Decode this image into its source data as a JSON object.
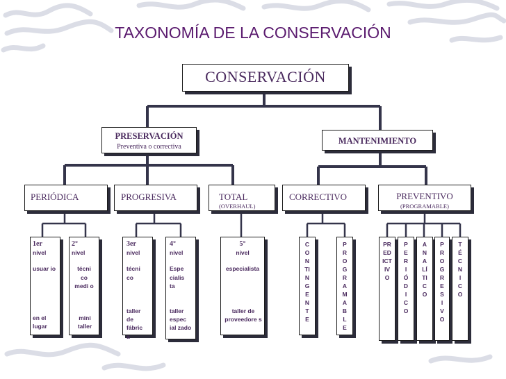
{
  "slide": {
    "title": "TAXONOMÍA DE LA CONSERVACIÓN"
  },
  "colors": {
    "title": "#5a1a6e",
    "text": "#4a2a5e",
    "line": "#34344a"
  },
  "tree": {
    "root": "CONSERVACIÓN",
    "preservacion": {
      "label": "PRESERVACIÓN",
      "sub": "Preventiva o correctiva"
    },
    "mantenimiento": {
      "label": "MANTENIMIENTO"
    },
    "periodica": "PERIÓDICA",
    "progresiva": "PROGRESIVA",
    "total": {
      "label": "TOTAL",
      "sub": "(OVERHAUL)"
    },
    "correctivo": "CORRECTIVO",
    "preventivo": {
      "label": "PREVENTIVO",
      "sub": "(PROGRAMABLE)"
    },
    "leaves": {
      "l1": {
        "level": "1er",
        "nivel": "nivel",
        "who": "usuar io",
        "where": "en el lugar"
      },
      "l2": {
        "level": "2°",
        "nivel": "nivel",
        "who": "técni co medi o",
        "where": "mini taller"
      },
      "l3": {
        "level": "3er",
        "nivel": "nivel",
        "who": "técni co",
        "where": "taller de fábric a"
      },
      "l4": {
        "level": "4°",
        "nivel": "nivel",
        "who": "Espe cialis ta",
        "where": "taller espec ial zado"
      },
      "l5": {
        "level": "5°",
        "nivel": "nivel",
        "who": "especialista",
        "where": "taller de proveedore s"
      },
      "contingente": "CONTINGENTE",
      "programable": "PROGRAMABLE",
      "predictivo": "PREDICTIVO",
      "periodico": "PERIÓDICO",
      "analitico": "ANALÍTICO",
      "progresivo": "PROGRESIVO",
      "tecnico": "TÉCNICO"
    }
  }
}
